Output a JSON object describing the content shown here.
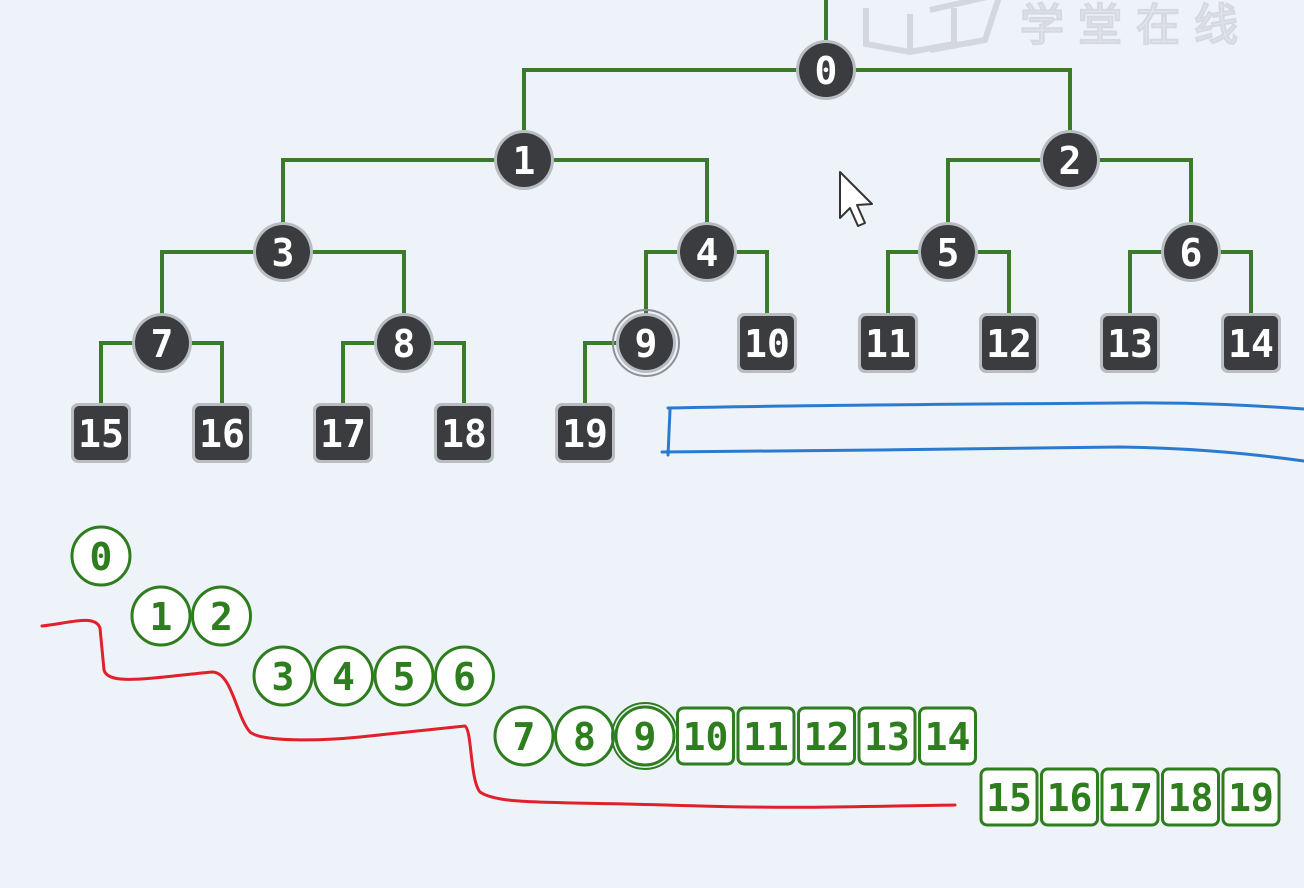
{
  "watermark": {
    "text": "学堂在线"
  },
  "colors": {
    "background": "#eef3f9",
    "edge": "#3b7a2a",
    "node_fill": "#3a3c3f",
    "node_ring": "#b9bdc2",
    "node_text": "#ffffff",
    "array_stroke": "#2e7d1e",
    "array_fill": "#ffffff",
    "array_text": "#2e7d1e",
    "annotation_blue": "#2a7bd0",
    "annotation_red": "#e0202a"
  },
  "tree": {
    "nodes": [
      {
        "id": 0,
        "label": "0",
        "shape": "circle"
      },
      {
        "id": 1,
        "label": "1",
        "shape": "circle"
      },
      {
        "id": 2,
        "label": "2",
        "shape": "circle"
      },
      {
        "id": 3,
        "label": "3",
        "shape": "circle"
      },
      {
        "id": 4,
        "label": "4",
        "shape": "circle"
      },
      {
        "id": 5,
        "label": "5",
        "shape": "circle"
      },
      {
        "id": 6,
        "label": "6",
        "shape": "circle"
      },
      {
        "id": 7,
        "label": "7",
        "shape": "circle"
      },
      {
        "id": 8,
        "label": "8",
        "shape": "circle"
      },
      {
        "id": 9,
        "label": "9",
        "shape": "circle",
        "highlighted": true
      },
      {
        "id": 10,
        "label": "10",
        "shape": "square"
      },
      {
        "id": 11,
        "label": "11",
        "shape": "square"
      },
      {
        "id": 12,
        "label": "12",
        "shape": "square"
      },
      {
        "id": 13,
        "label": "13",
        "shape": "square"
      },
      {
        "id": 14,
        "label": "14",
        "shape": "square"
      },
      {
        "id": 15,
        "label": "15",
        "shape": "square"
      },
      {
        "id": 16,
        "label": "16",
        "shape": "square"
      },
      {
        "id": 17,
        "label": "17",
        "shape": "square"
      },
      {
        "id": 18,
        "label": "18",
        "shape": "square"
      },
      {
        "id": 19,
        "label": "19",
        "shape": "square"
      }
    ],
    "edges": [
      [
        0,
        1
      ],
      [
        0,
        2
      ],
      [
        1,
        3
      ],
      [
        1,
        4
      ],
      [
        2,
        5
      ],
      [
        2,
        6
      ],
      [
        3,
        7
      ],
      [
        3,
        8
      ],
      [
        4,
        9
      ],
      [
        4,
        10
      ],
      [
        5,
        11
      ],
      [
        5,
        12
      ],
      [
        6,
        13
      ],
      [
        6,
        14
      ],
      [
        7,
        15
      ],
      [
        7,
        16
      ],
      [
        8,
        17
      ],
      [
        8,
        18
      ],
      [
        9,
        19
      ]
    ]
  },
  "levels": [
    {
      "cells": [
        {
          "label": "0",
          "shape": "circle"
        }
      ]
    },
    {
      "cells": [
        {
          "label": "1",
          "shape": "circle"
        },
        {
          "label": "2",
          "shape": "circle"
        }
      ]
    },
    {
      "cells": [
        {
          "label": "3",
          "shape": "circle"
        },
        {
          "label": "4",
          "shape": "circle"
        },
        {
          "label": "5",
          "shape": "circle"
        },
        {
          "label": "6",
          "shape": "circle"
        }
      ]
    },
    {
      "cells": [
        {
          "label": "7",
          "shape": "circle"
        },
        {
          "label": "8",
          "shape": "circle"
        },
        {
          "label": "9",
          "shape": "circle",
          "highlighted": true
        },
        {
          "label": "10",
          "shape": "square"
        },
        {
          "label": "11",
          "shape": "square"
        },
        {
          "label": "12",
          "shape": "square"
        },
        {
          "label": "13",
          "shape": "square"
        },
        {
          "label": "14",
          "shape": "square"
        }
      ]
    },
    {
      "cells": [
        {
          "label": "15",
          "shape": "square"
        },
        {
          "label": "16",
          "shape": "square"
        },
        {
          "label": "17",
          "shape": "square"
        },
        {
          "label": "18",
          "shape": "square"
        },
        {
          "label": "19",
          "shape": "square"
        }
      ]
    }
  ]
}
